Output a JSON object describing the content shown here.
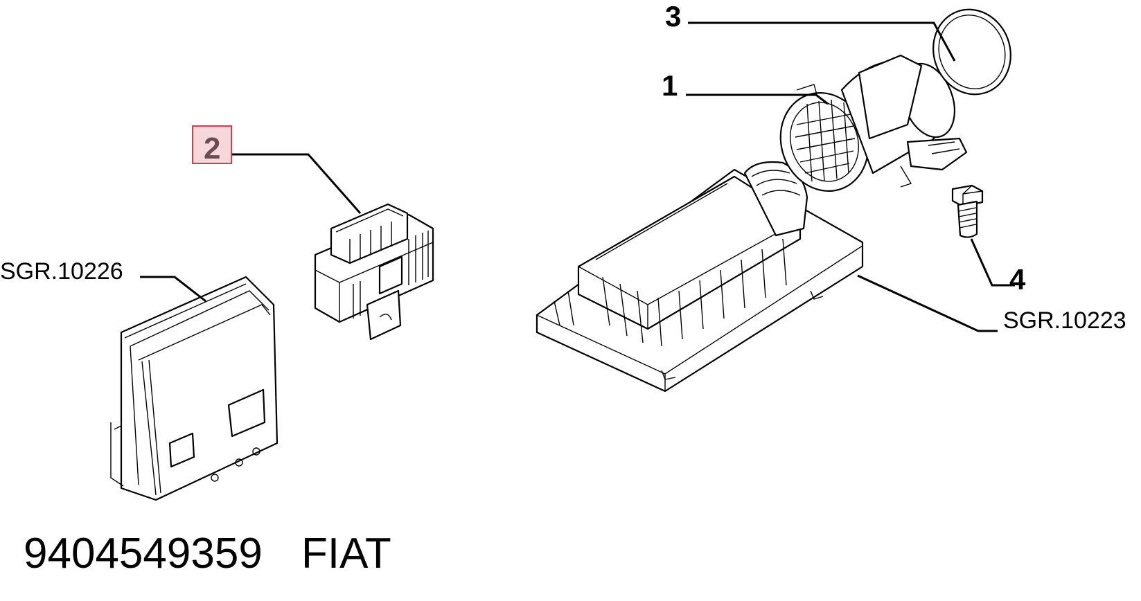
{
  "callouts": {
    "c1": "1",
    "c2": "2",
    "c3": "3",
    "c4": "4"
  },
  "refs": {
    "left": "SGR.10226",
    "right": "SGR.10223"
  },
  "footer": {
    "part_number": "9404549359",
    "brand": "FIAT"
  },
  "colors": {
    "highlight_fill": "#f5d7dc",
    "highlight_border": "#d83b4c",
    "highlight_text": "#6e4a54"
  }
}
